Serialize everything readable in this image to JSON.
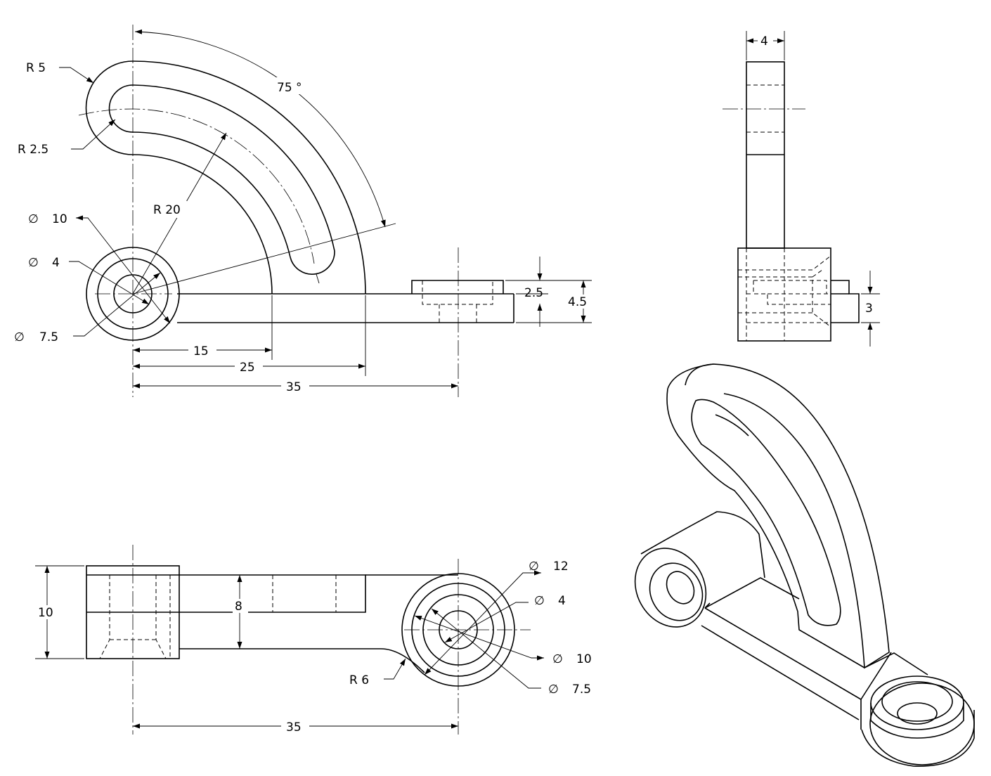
{
  "top_view": {
    "r5": "R 5",
    "r2_5": "R 2.5",
    "r20": "R 20",
    "angle": "75 °",
    "dia10": "10",
    "dia4": "4",
    "dia7_5": "7.5",
    "h2_5": "2.5",
    "h4_5": "4.5",
    "x15": "15",
    "x25": "25",
    "x35": "35"
  },
  "side_view": {
    "w4": "4",
    "h3": "3"
  },
  "front_view": {
    "h10": "10",
    "h8": "8",
    "dia12": "12",
    "dia4": "4",
    "dia10": "10",
    "dia7_5": "7.5",
    "r6": "R 6",
    "x35": "35"
  },
  "symbols": {
    "diameter": "∅"
  }
}
